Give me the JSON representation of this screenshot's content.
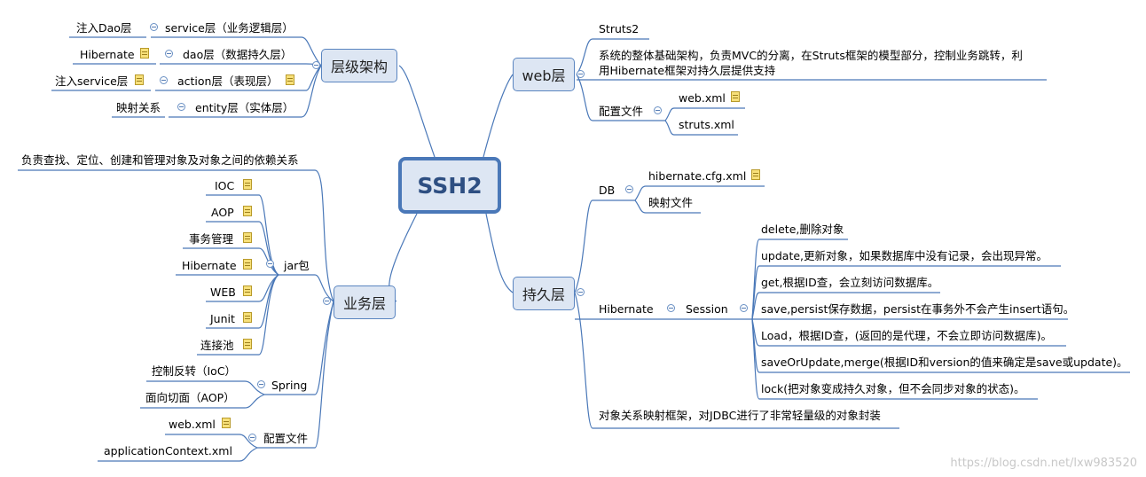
{
  "root": "SSH2",
  "branches": {
    "layers": "层级架构",
    "business": "业务层",
    "web": "web层",
    "persistence": "持久层"
  },
  "layers": {
    "service_note": "注入Dao层",
    "service": "service层（业务逻辑层）",
    "dao_note": "Hibernate",
    "dao": "dao层（数据持久层）",
    "action_note": "注入service层",
    "action": "action层（表现层）",
    "entity_note": "映射关系",
    "entity": "entity层（实体层）"
  },
  "business": {
    "description": "负责查找、定位、创建和管理对象及对象之间的依赖关系",
    "jar_label": "jar包",
    "jars": [
      "IOC",
      "AOP",
      "事务管理",
      "Hibernate",
      "WEB",
      "Junit",
      "连接池"
    ],
    "spring_label": "Spring",
    "spring_items": [
      "控制反转（IoC）",
      "面向切面（AOP）"
    ],
    "config_label": "配置文件",
    "config_items": [
      "web.xml",
      "applicationContext.xml"
    ]
  },
  "web": {
    "struts": "Struts2",
    "desc_line1": "系统的整体基础架构，负责MVC的分离，在Struts框架的模型部分，控制业务跳转，利",
    "desc_line2": "用Hibernate框架对持久层提供支持",
    "config_label": "配置文件",
    "config_items": [
      "web.xml",
      "struts.xml"
    ]
  },
  "persistence": {
    "db_label": "DB",
    "db_items": [
      "hibernate.cfg.xml",
      "映射文件"
    ],
    "hibernate_label": "Hibernate",
    "session_label": "Session",
    "session_items": [
      "delete,删除对象",
      "update,更新对象，如果数据库中没有记录，会出现异常。",
      "get,根据ID查，会立刻访问数据库。",
      "save,persist保存数据，persist在事务外不会产生insert语句。",
      "Load，根据ID查，(返回的是代理，不会立即访问数据库)。",
      "saveOrUpdate,merge(根据ID和version的值来确定是save或update)。",
      "lock(把对象变成持久对象，但不会同步对象的状态)。"
    ],
    "orm_desc": "对象关系映射框架，对JDBC进行了非常轻量级的对象封装"
  },
  "watermark": "https://blog.csdn.net/lxw983520",
  "colors": {
    "line": "#4a78b8",
    "node_fill": "#dde6f3",
    "root_border": "#4a78b8"
  }
}
